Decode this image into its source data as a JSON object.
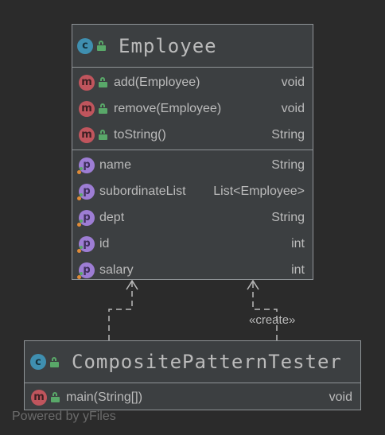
{
  "classes": {
    "employee": {
      "name": "Employee",
      "methods": [
        {
          "name": "add(Employee)",
          "type": "void"
        },
        {
          "name": "remove(Employee)",
          "type": "void"
        },
        {
          "name": "toString()",
          "type": "String"
        }
      ],
      "fields": [
        {
          "name": "name",
          "type": "String"
        },
        {
          "name": "subordinateList",
          "type": "List<Employee>"
        },
        {
          "name": "dept",
          "type": "String"
        },
        {
          "name": "id",
          "type": "int"
        },
        {
          "name": "salary",
          "type": "int"
        }
      ]
    },
    "tester": {
      "name": "CompositePatternTester",
      "methods": [
        {
          "name": "main(String[])",
          "type": "void"
        }
      ]
    }
  },
  "relations": {
    "create_label": "«create»"
  },
  "badges": {
    "method": "m",
    "field": "p",
    "class": "c"
  },
  "watermark": "Powered by yFiles",
  "colors": {
    "background": "#2b2b2b",
    "node": "#3c3f41",
    "border": "#8f9497",
    "text": "#bbbbbb",
    "method_badge": "#c0555d",
    "field_badge": "#9d7dd4",
    "class_badge": "#3f8fb0",
    "public_lock": "#59a869"
  }
}
